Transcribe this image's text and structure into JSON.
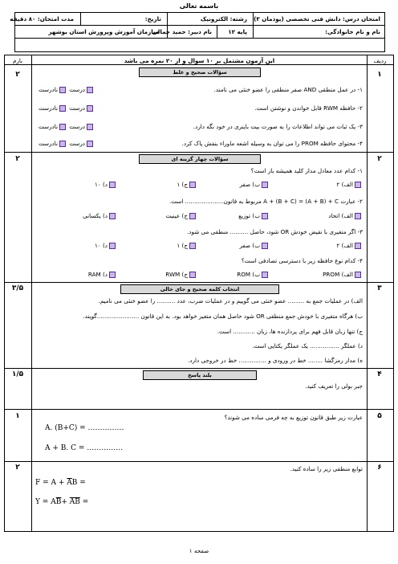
{
  "header": {
    "title": "باسمه تعالی",
    "course": "امتحان درس: دانش فنی تخصصی (پودمان ۳)",
    "field": "رشته: الکترونیک",
    "date": "تاریخ:",
    "duration": "مدت امتحان: ۸۰ دقیقه",
    "student": "نام و نام خانوادگی:",
    "grade": "پایه ۱۲",
    "teacher": "نام دبیر: حمید جمالی",
    "org": "سازمان آموزش وپرورش استان بوشهر"
  },
  "table_head": {
    "row": "ردیف",
    "note": "این آزمون مشتمل بر ۱۰ سوال و از ۲۰ نمره می باشد",
    "score": "بارم"
  },
  "q1": {
    "num": "۱",
    "score": "۲",
    "section": "سؤالات صحیح و غلط",
    "true_label": "درست",
    "false_label": "نادرست",
    "items": [
      "۱- در عمل منطقی AND صفر منطقی را عضو خنثی می نامند.",
      "۲- حافظه RWM قابل خواندن و نوشتن است.",
      "۳- یک ثبات می تواند اطلاعات را به صورت بیت باینری در خود نگه دارد.",
      "۴- محتوای حافظه PROM را می توان به وسیله اشعه ماوراء بنفش پاک کرد."
    ]
  },
  "q2": {
    "num": "۲",
    "score": "۲",
    "section": "سؤالات چهار گزینه ای",
    "questions": [
      {
        "text": "۱- کدام عدد معادل مدار کلید همیشه باز است؟",
        "opts": [
          "الف) ۲",
          "ب) صفر",
          "ج) ۱",
          "د) ۱۰"
        ]
      },
      {
        "text": "۲- عبارت A + (B + C) = (A + B) + C مربوط به قانون..................... است.",
        "opts": [
          "الف) اتحاد",
          "ب) توزیع",
          "ج) عینیت",
          "د) یکسانی"
        ]
      },
      {
        "text": "۳- اگر متغیری با نقیض خودش OR شود، حاصل .......... منطقی می شود.",
        "opts": [
          "الف) ۲",
          "ب) صفر",
          "ج) ۱",
          "د) ۱۰"
        ]
      },
      {
        "text": "۴- کدام نوع حافظه زیر با دسترسی تصادفی است؟",
        "opts": [
          "الف) PROM",
          "ب) ROM",
          "ج) RWM",
          "د) RAM"
        ]
      }
    ]
  },
  "q3": {
    "num": "۳",
    "score": "۳/۵",
    "section": "انتخاب کلمه صحیح و جای خالی",
    "items": [
      "الف) در عملیات جمع به ......... عضو خنثی می گوییم و در عملیات ضرب، عدد .......... را عضو خنثی می نامیم.",
      "ب) هرگاه متغیری با خودش جمع منطقی OR شود حاصل همان متغیر خواهد بود. به این قانون .......................گویند.",
      "ج) تنها زبان قابل فهم برای پردازنده ها، زبان ............ است.",
      "د) عملگر ................ یک عملگر یکتایی است.",
      "ه) مدار رمزگشا ........ خط در ورودی و ............... خط در خروجی دارد."
    ]
  },
  "q4": {
    "num": "۴",
    "score": "۱/۵",
    "section": "بلند پاسخ",
    "text": "جبر بولی را تعریف کنید."
  },
  "q5": {
    "num": "۵",
    "score": "۱",
    "text": "عبارت زیر طبق قانون توزیع به چه فرمی ساده می شوند؟",
    "expr1": "A. (B+C) = ……………",
    "expr2": "A + B. C = ……………"
  },
  "q6": {
    "num": "۶",
    "score": "۲",
    "text": "توابع منطقی زیر را ساده کنید.",
    "f": "F = A +",
    "y": "Y = A",
    "y_plus": "+"
  },
  "footer": {
    "page": "صفحه ۱"
  }
}
